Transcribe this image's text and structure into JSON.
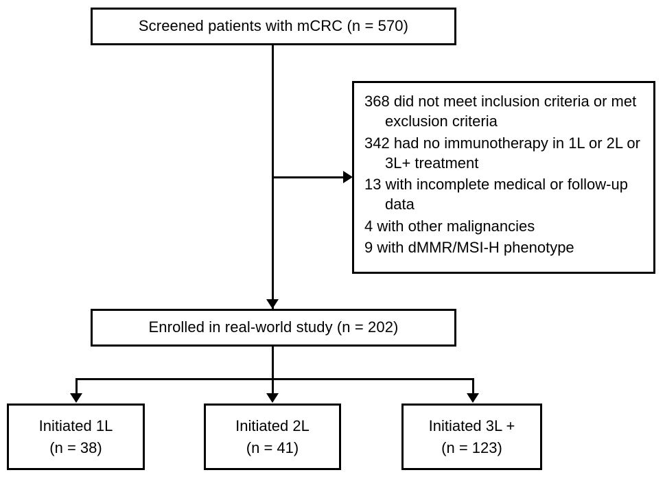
{
  "diagram": {
    "type": "patient-flow-consort-diagram",
    "nodes": {
      "screened": {
        "label": "Screened patients with mCRC (n = 570)",
        "count": 570
      },
      "excluded": {
        "items": [
          "368 did not meet inclusion criteria or met exclusion criteria",
          "342 had no immunotherapy in 1L or 2L or 3L+ treatment",
          "13 with incomplete medical or follow-up data",
          "4 with other malignancies",
          "9 with dMMR/MSI-H phenotype"
        ],
        "counts": [
          368,
          342,
          13,
          4,
          9
        ]
      },
      "enrolled": {
        "label": "Enrolled in real-world study (n = 202)",
        "count": 202
      },
      "arms": [
        {
          "label": "Initiated 1L\n(n = 38)",
          "line": "1L",
          "count": 38
        },
        {
          "label": "Initiated 2L\n(n = 41)",
          "line": "2L",
          "count": 41
        },
        {
          "label": "Initiated 3L +\n(n = 123)",
          "line": "3L +",
          "count": 123
        }
      ]
    },
    "colors": {
      "stroke": "#000000",
      "fill": "#ffffff",
      "text": "#000000"
    }
  }
}
